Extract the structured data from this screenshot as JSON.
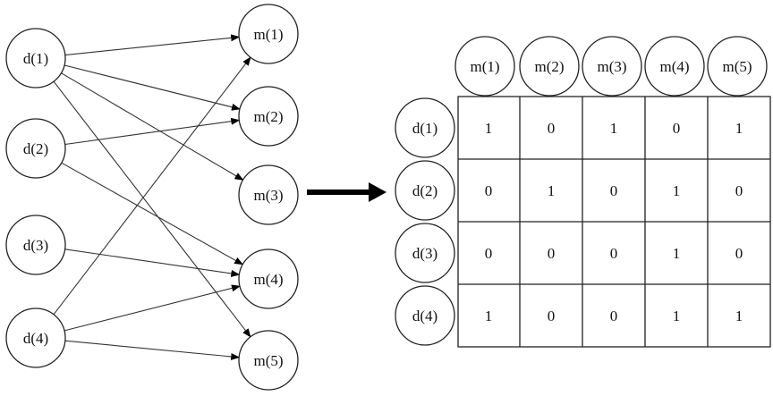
{
  "left_graph": {
    "sources": [
      "d(1)",
      "d(2)",
      "d(3)",
      "d(4)"
    ],
    "targets": [
      "m(1)",
      "m(2)",
      "m(3)",
      "m(4)",
      "m(5)"
    ],
    "edges": [
      [
        "d(1)",
        "m(1)"
      ],
      [
        "d(1)",
        "m(2)"
      ],
      [
        "d(1)",
        "m(3)"
      ],
      [
        "d(1)",
        "m(5)"
      ],
      [
        "d(2)",
        "m(2)"
      ],
      [
        "d(2)",
        "m(4)"
      ],
      [
        "d(3)",
        "m(4)"
      ],
      [
        "d(4)",
        "m(1)"
      ],
      [
        "d(4)",
        "m(4)"
      ],
      [
        "d(4)",
        "m(5)"
      ]
    ]
  },
  "matrix": {
    "column_headers": [
      "m(1)",
      "m(2)",
      "m(3)",
      "m(4)",
      "m(5)"
    ],
    "row_headers": [
      "d(1)",
      "d(2)",
      "d(3)",
      "d(4)"
    ],
    "cells": [
      [
        "1",
        "0",
        "1",
        "0",
        "1"
      ],
      [
        "0",
        "1",
        "0",
        "1",
        "0"
      ],
      [
        "0",
        "0",
        "0",
        "1",
        "0"
      ],
      [
        "1",
        "0",
        "0",
        "1",
        "1"
      ]
    ]
  },
  "colors": {
    "stroke": "#222222",
    "text": "#111111",
    "arrow": "#000000"
  }
}
